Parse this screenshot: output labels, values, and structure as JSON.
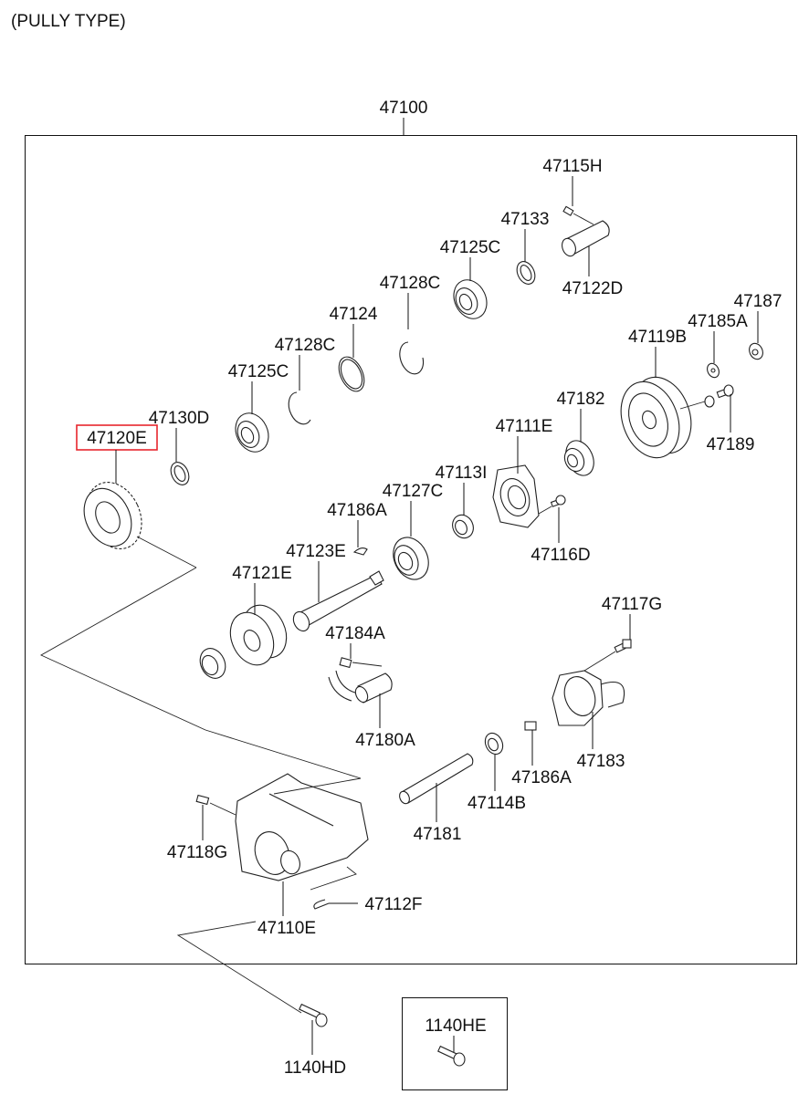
{
  "caption": "(PULLY TYPE)",
  "assembly": {
    "code": "47100"
  },
  "highlight_color": "#e8262d",
  "parts": {
    "p47115H": "47115H",
    "p47133": "47133",
    "p47125C_a": "47125C",
    "p47122D": "47122D",
    "p47128C_a": "47128C",
    "p47124": "47124",
    "p47187": "47187",
    "p47185A": "47185A",
    "p47128C_b": "47128C",
    "p47119B": "47119B",
    "p47125C_b": "47125C",
    "p47182": "47182",
    "p47130D": "47130D",
    "p47189": "47189",
    "p47120E": "47120E",
    "p47111E": "47111E",
    "p47113I": "47113I",
    "p47127C": "47127C",
    "p47186A_a": "47186A",
    "p47116D": "47116D",
    "p47123E": "47123E",
    "p47121E": "47121E",
    "p47117G": "47117G",
    "p47184A": "47184A",
    "p47180A": "47180A",
    "p47183": "47183",
    "p47186A_b": "47186A",
    "p47114B": "47114B",
    "p47181": "47181",
    "p47118G": "47118G",
    "p47112F": "47112F",
    "p47110E": "47110E",
    "p1140HD": "1140HD",
    "p1140HE": "1140HE"
  },
  "selected_part": "47120E"
}
